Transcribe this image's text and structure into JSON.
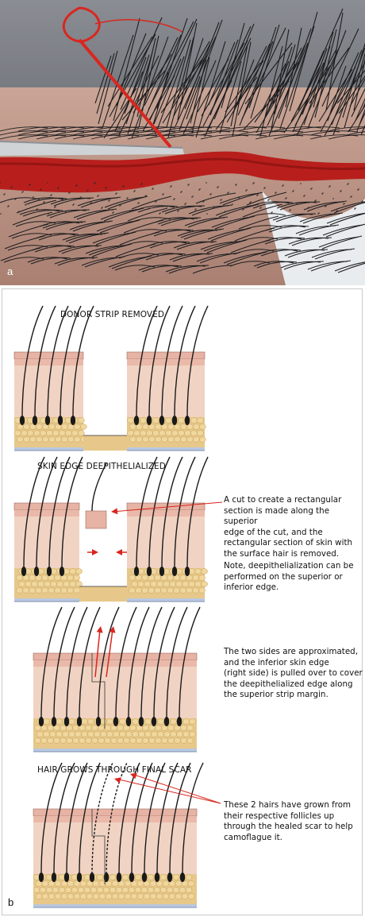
{
  "photo": {
    "label": "a"
  },
  "figure": {
    "label": "b"
  },
  "panels": [
    {
      "title": "DONOR STRIP REMOVED"
    },
    {
      "title": "SKIN EDGE DEEPITHELIALIZED",
      "note1": [
        "A cut to create a rectangular",
        "section is made along the superior",
        "edge of the cut, and the",
        "rectangular section of skin with",
        "the surface hair is removed."
      ],
      "note2": [
        "Note, deepithelialization can be",
        "performed on the superior or",
        "inferior edge."
      ]
    },
    {
      "title": "",
      "note1": [
        "The two sides are approximated,",
        "and the inferior skin edge",
        "(right side) is pulled over to cover",
        "the  deepithelialized edge along",
        "the superior strip margin."
      ]
    },
    {
      "title": "HAIR GROWS THROUGH FINAL SCAR",
      "note1": [
        "These 2 hairs have grown from",
        "their respective follicles up",
        "through the healed scar to help",
        "camoflague it."
      ]
    }
  ],
  "colors": {
    "arrow": "#d8271f",
    "epidermis": "#e7b3a4",
    "dermis": "#f1d3c3",
    "fat": "#e7c88a",
    "fascia": "#b9c8e0"
  }
}
